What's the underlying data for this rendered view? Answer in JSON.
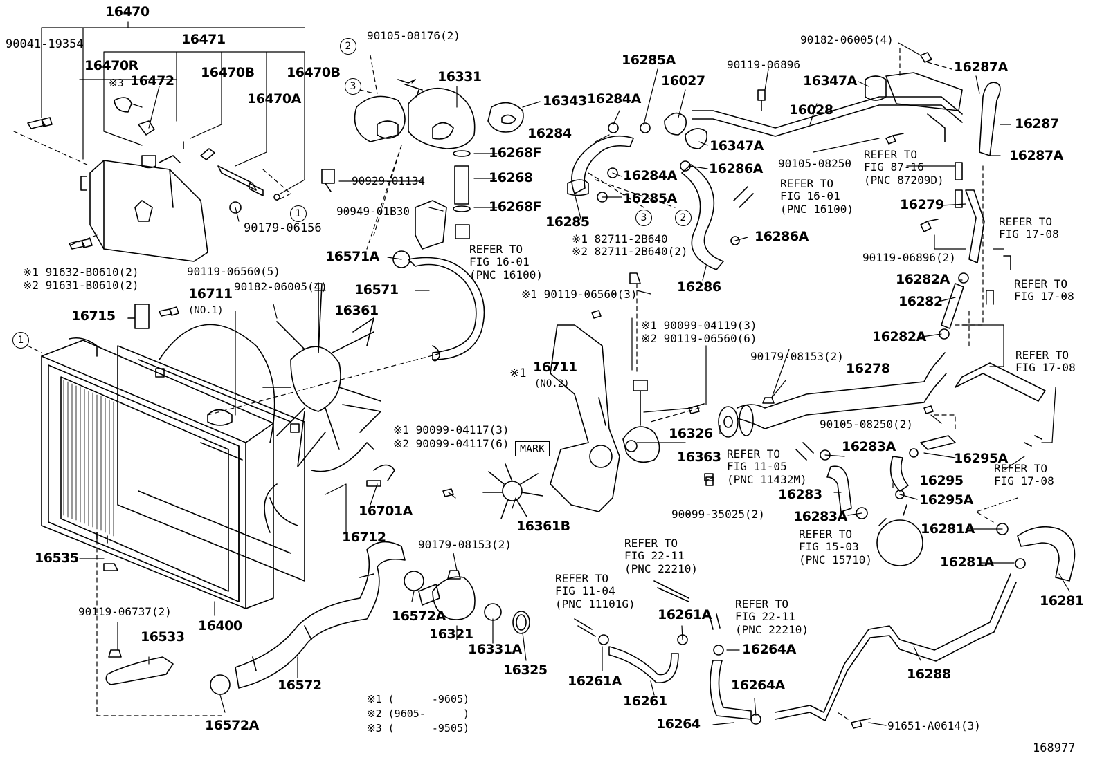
{
  "diagram_id": "168977",
  "colors": {
    "line": "#000000",
    "background": "#ffffff"
  },
  "callouts": [
    "16470",
    "90041-19354",
    "16471",
    "16470R",
    "※3",
    "16472",
    "16470B",
    "16470B",
    "16470A",
    "90179-06156",
    "※1 91632-B0610(2)",
    "※2 91631-B0610(2)",
    "90119-06560(5)",
    "16715",
    "16711",
    "(NO.1)",
    "90182-06005(4)",
    "16361",
    "90105-08176(2)",
    "16331",
    "16343",
    "16268F",
    "16268",
    "16268F",
    "90929-01134",
    "90949-01B30",
    "16571A",
    "16571",
    "16285A",
    "16027",
    "16284A",
    "16284",
    "16347A",
    "16284A",
    "16286A",
    "16285A",
    "16285",
    "※1 82711-2B640",
    "※2 82711-2B640(2)",
    "16286A",
    "16286",
    "90119-06896",
    "16028",
    "90182-06005(4)",
    "16347A",
    "16287A",
    "16287",
    "90105-08250",
    "16287A",
    "16279",
    "90119-06896(2)",
    "16282A",
    "16282",
    "16282A",
    "※1 90119-06560(3)",
    "※1 90099-04119(3)",
    "※2 90119-06560(6)",
    "※1",
    "16711",
    "(NO.2)",
    "90179-08153(2)",
    "16278",
    "16326",
    "16363",
    "90105-08250(2)",
    "16283A",
    "16295A",
    "16295",
    "16283",
    "16295A",
    "16283A",
    "16281A",
    "16281A",
    "16281",
    "90099-35025(2)",
    "※1 90099-04117(3)",
    "※2 90099-04117(6)",
    "16361B",
    "16701A",
    "16712",
    "16535",
    "16400",
    "90119-06737(2)",
    "16533",
    "16572A",
    "16572",
    "16572A",
    "90179-08153(2)",
    "16321",
    "16331A",
    "16325",
    "16261A",
    "16261A",
    "16261",
    "16264A",
    "16264A",
    "16264",
    "16288",
    "91651-A0614(3)"
  ],
  "refer_blocks": [
    "REFER TO\nFIG 16-01\n(PNC 16100)",
    "REFER TO\nFIG 16-01\n(PNC 16100)",
    "REFER TO\nFIG 87-16\n(PNC 87209D)",
    "REFER TO\nFIG 17-08",
    "REFER TO\nFIG 17-08",
    "REFER TO\nFIG 17-08",
    "REFER TO\nFIG 17-08",
    "REFER TO\nFIG 11-05\n(PNC 11432M)",
    "REFER TO\nFIG 15-03\n(PNC 15710)",
    "REFER TO\nFIG 22-11\n(PNC 22210)",
    "REFER TO\nFIG 11-04\n(PNC 11101G)",
    "REFER TO\nFIG 22-11\n(PNC 22210)"
  ],
  "circle_refs": [
    "2",
    "3",
    "1",
    "3",
    "2",
    "1"
  ],
  "mark_label": "MARK",
  "footnotes": [
    "※1 (      -9605)",
    "※2 (9605-      )",
    "※3 (      -9505)"
  ]
}
